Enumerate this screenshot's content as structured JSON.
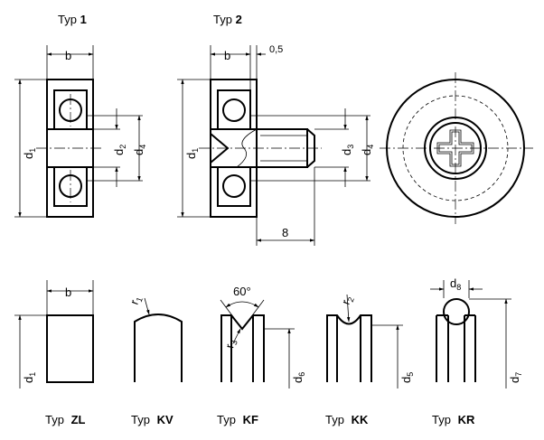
{
  "titles": {
    "typ1_prefix": "Typ",
    "typ1_num": "1",
    "typ2_prefix": "Typ",
    "typ2_num": "2"
  },
  "dims_top": {
    "b1": "b",
    "b2": "b",
    "gap": "0,5",
    "d1": "d1",
    "d2": "d2",
    "d4": "d4",
    "d1b": "d1",
    "d3": "d3",
    "d4b": "d4",
    "len": "8"
  },
  "dims_bottom": {
    "b": "b",
    "d1": "d1",
    "r1": "r1",
    "angle": "60°",
    "r3": "r3",
    "d6": "d6",
    "r2": "r2",
    "d5": "d5",
    "d8": "d8",
    "d7": "d7"
  },
  "types": [
    {
      "prefix": "Typ",
      "code": "ZL"
    },
    {
      "prefix": "Typ",
      "code": "KV"
    },
    {
      "prefix": "Typ",
      "code": "KF"
    },
    {
      "prefix": "Typ",
      "code": "KK"
    },
    {
      "prefix": "Typ",
      "code": "KR"
    }
  ]
}
